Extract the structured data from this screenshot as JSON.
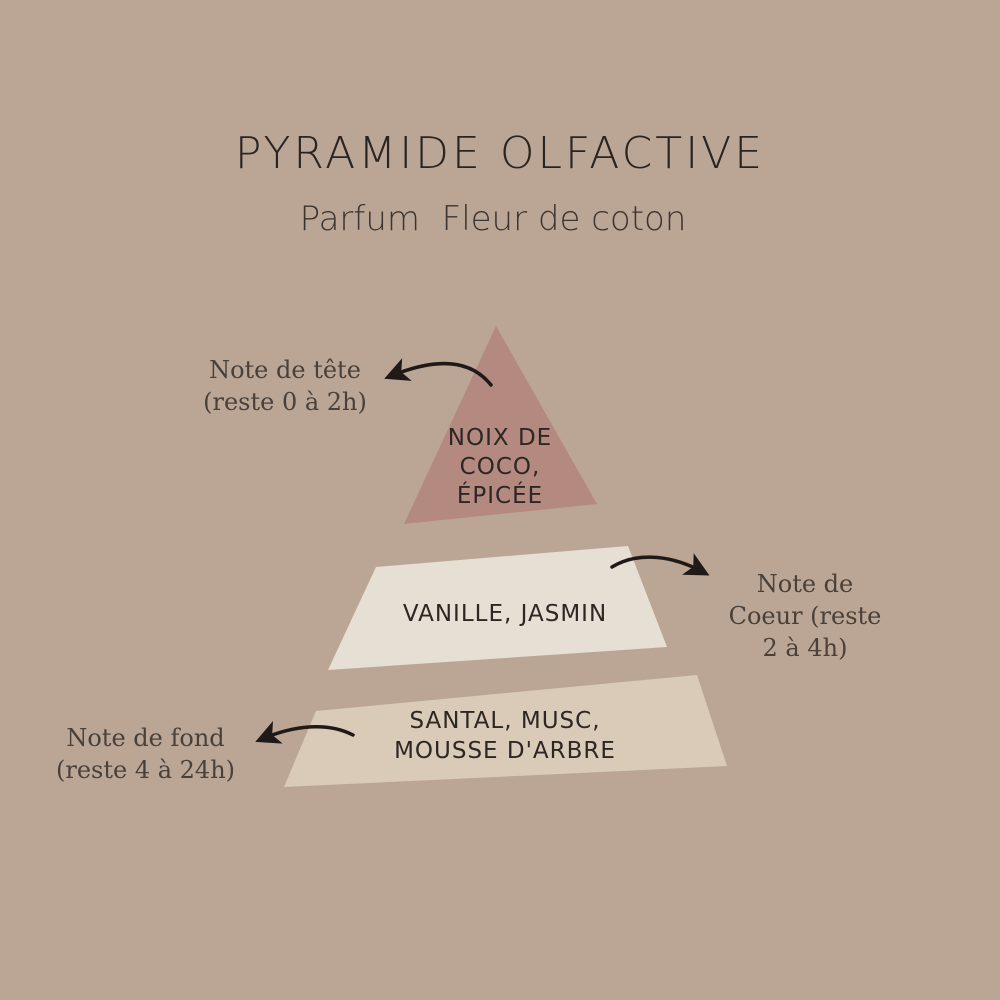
{
  "title": "PYRAMIDE OLFACTIVE",
  "subtitle": "Parfum  Fleur de coton",
  "colors": {
    "background": "#bba696",
    "top_tier": "#b48a80",
    "middle_tier": "#e5e0d3",
    "bottom_tier": "#d9cbb8",
    "arrow": "#1f1a17"
  },
  "tiers": {
    "top": {
      "lines": [
        "NOIX DE",
        "COCO,",
        "ÉPICÉE"
      ]
    },
    "middle": {
      "lines": [
        "VANILLE, JASMIN"
      ]
    },
    "bottom": {
      "lines": [
        "SANTAL, MUSC,",
        "MOUSSE D'ARBRE"
      ]
    }
  },
  "notes": {
    "top": {
      "lines": [
        "Note de tête",
        "(reste 0 à 2h)"
      ]
    },
    "middle": {
      "lines": [
        "Note de",
        "Coeur (reste",
        "2 à 4h)"
      ]
    },
    "bottom": {
      "lines": [
        "Note de fond",
        "(reste 4 à 24h)"
      ]
    }
  }
}
